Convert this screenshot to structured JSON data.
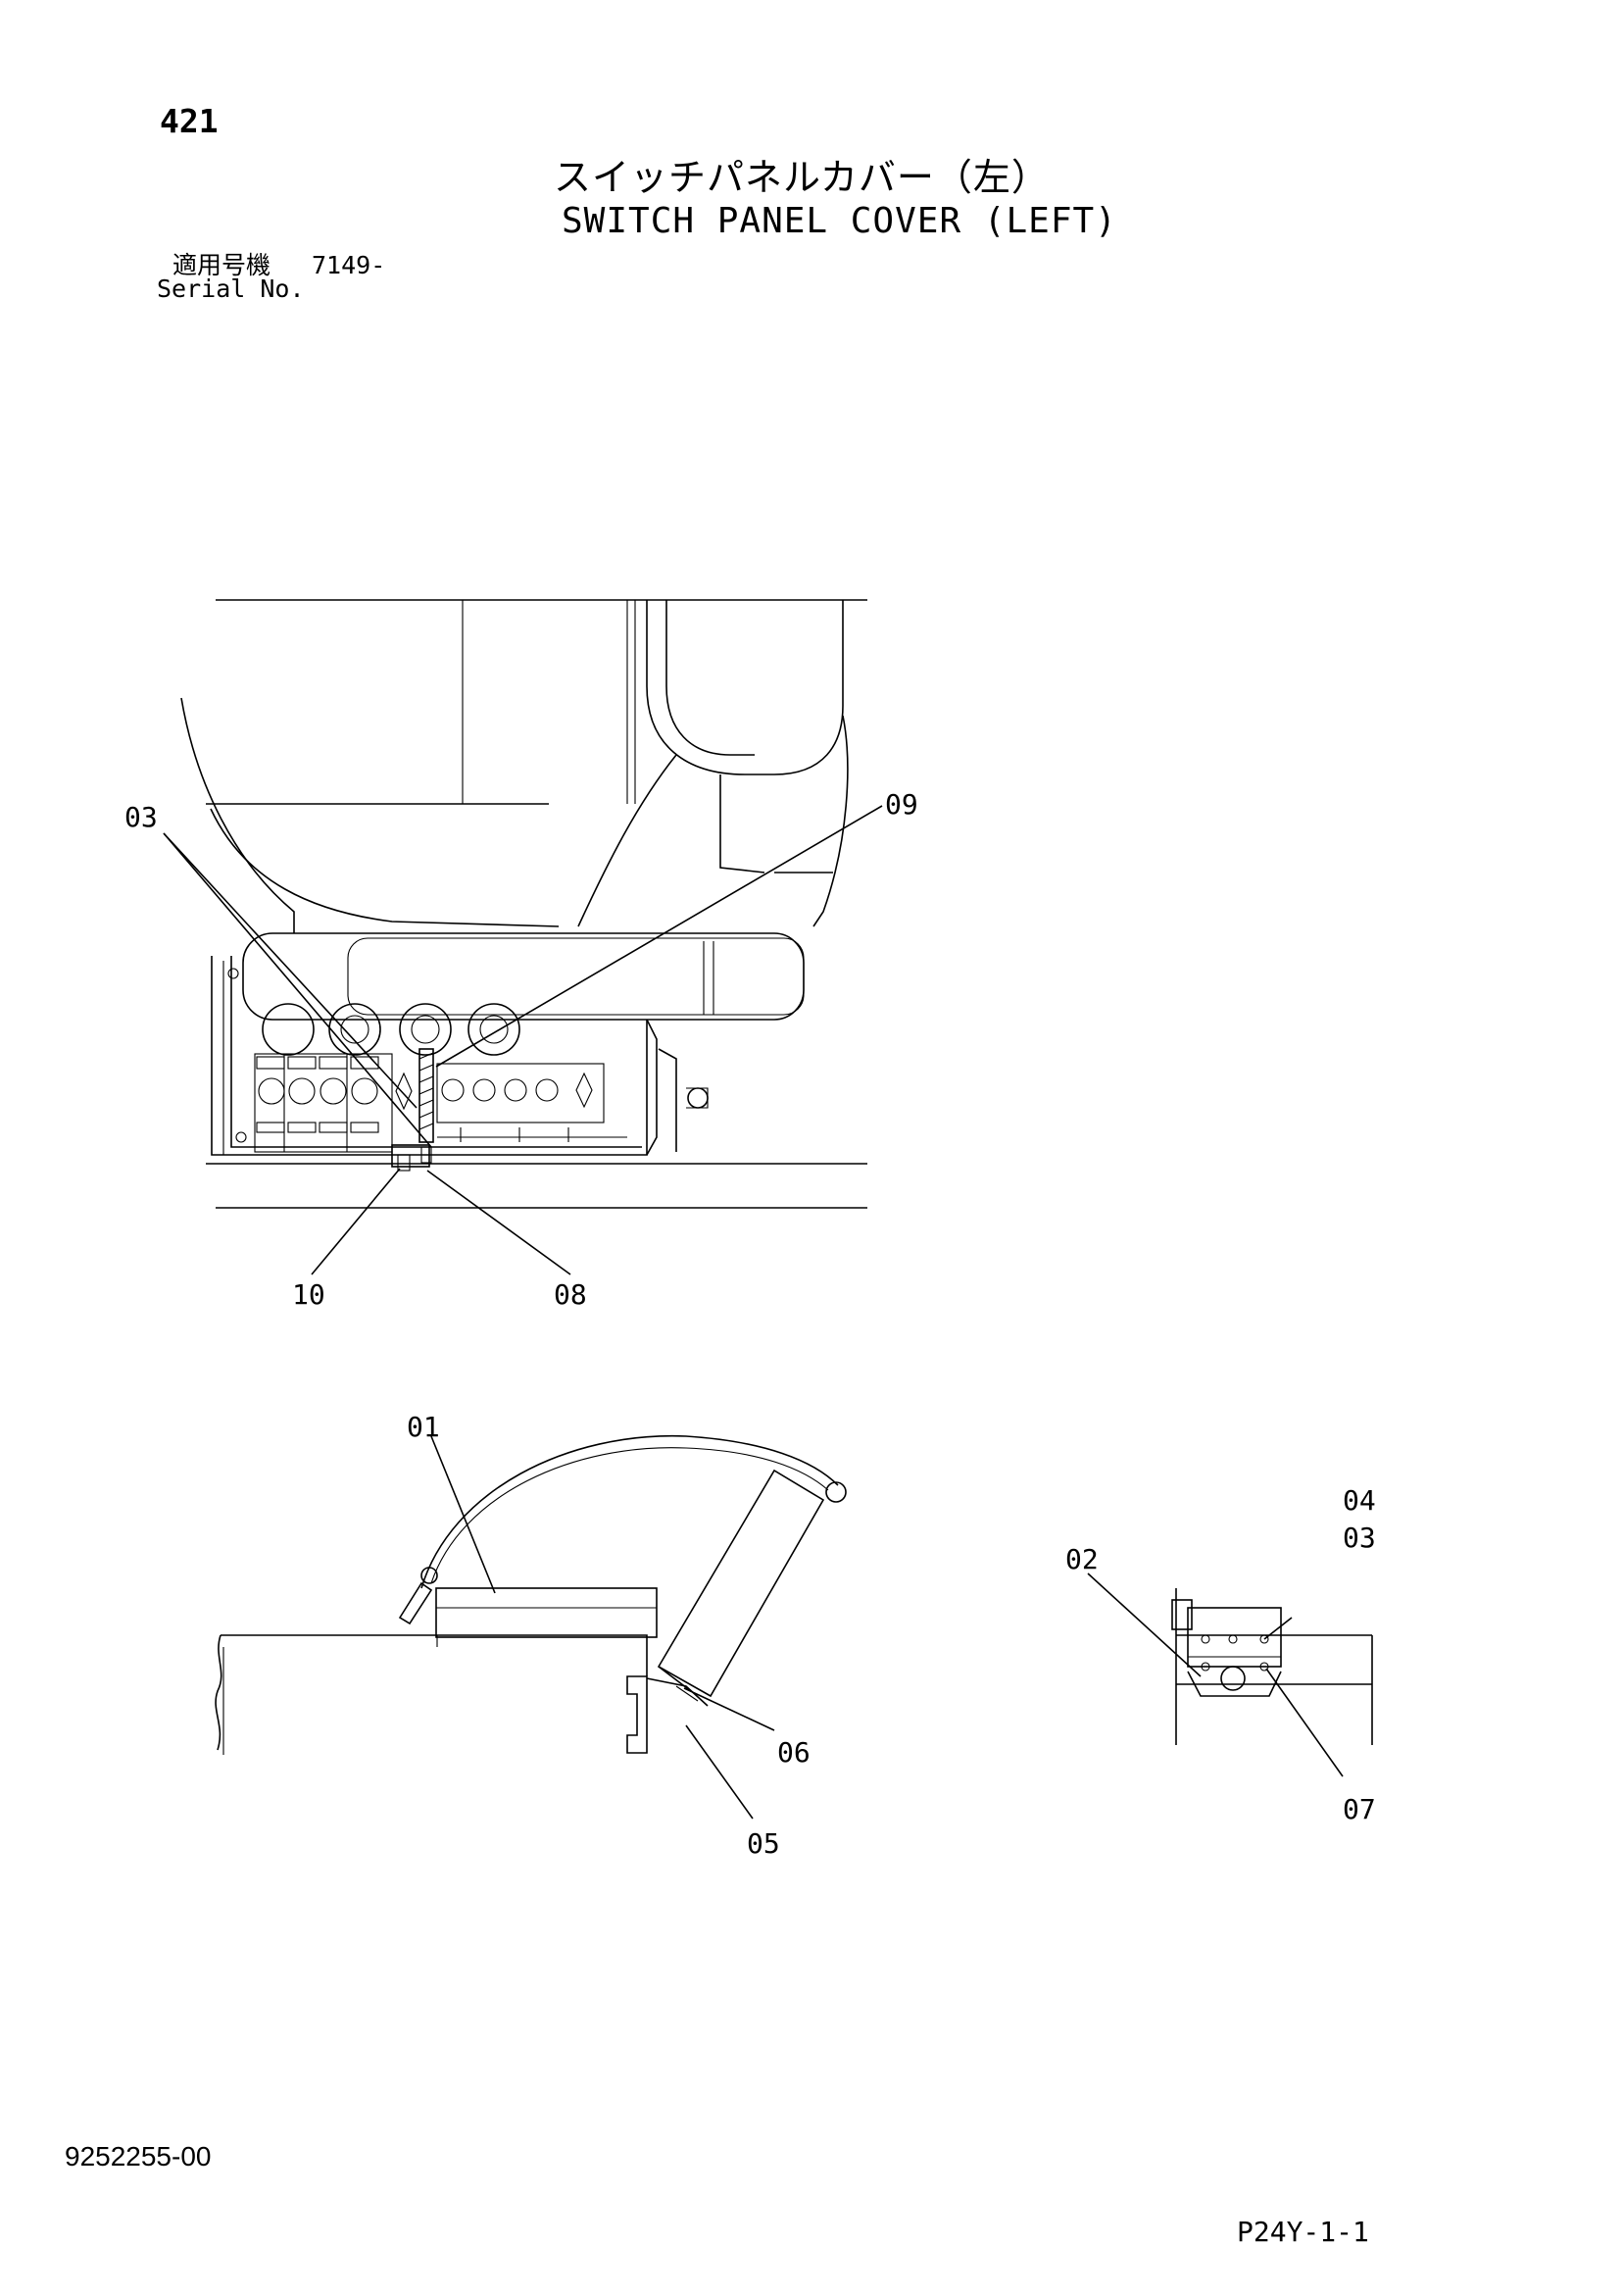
{
  "page_number": "421",
  "title_jp": "スイッチパネルカバー（左）",
  "title_en": "SWITCH PANEL COVER (LEFT)",
  "serial": {
    "label_jp": "適用号機",
    "value": "7149-",
    "label_en": "Serial No."
  },
  "callouts": {
    "c01": "01",
    "c02": "02",
    "c03a": "03",
    "c03b": "03",
    "c04": "04",
    "c05": "05",
    "c06": "06",
    "c07": "07",
    "c08": "08",
    "c09": "09",
    "c10": "10"
  },
  "doc_number": "9252255-00",
  "page_code": "P24Y-1-1"
}
